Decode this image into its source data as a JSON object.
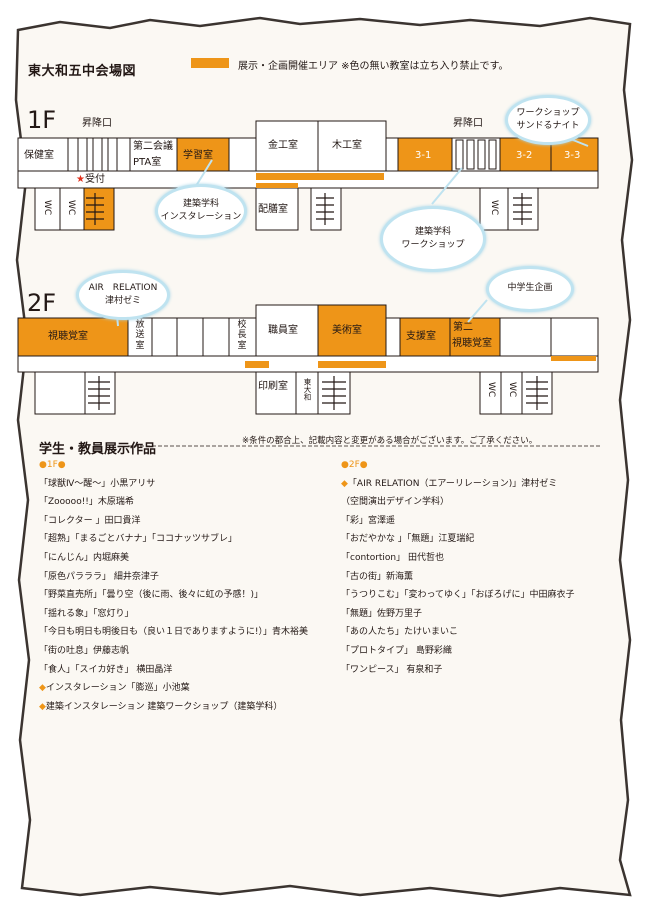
{
  "title": "東大和五中会場図",
  "legend": {
    "text": "展示・企画開催エリア ※色の無い教室は立ち入り禁止です。",
    "color": "#ee9518"
  },
  "floor1": {
    "label": "1F",
    "rooms": {
      "hokenshitsu": "保健室",
      "daini_kaigi": "第二会議",
      "pta": "PTA室",
      "gakushu": "学習室",
      "kinko": "金工室",
      "mokko": "木工室",
      "r31": "3-1",
      "r32": "3-2",
      "r33": "3-3",
      "haizen": "配膳室"
    },
    "stairs_left": "昇降口",
    "stairs_right": "昇降口",
    "reception": "受付",
    "wc": "WC",
    "bubbles": {
      "workshop_top": [
        "ワークショップ",
        "サンドるナイト"
      ],
      "installation": [
        "建築学科",
        "インスタレーション"
      ],
      "workshop": [
        "建築学科",
        "ワークショップ"
      ]
    }
  },
  "floor2": {
    "label": "2F",
    "rooms": {
      "shichokaku": "視聴覚室",
      "hoso": "放送室",
      "kocho": "校長室",
      "shokuin": "職員室",
      "bijutsu": "美術室",
      "shien": "支援室",
      "daini_shichokaku_1": "第二",
      "daini_shichokaku_2": "視聴覚室",
      "insatsu": "印刷室",
      "higashi_wc": "東大和"
    },
    "wc": "WC",
    "bubbles": {
      "air": [
        "AIR　RELATION",
        "津村ゼミ"
      ],
      "chugakusei": [
        "中学生企画"
      ]
    }
  },
  "works": {
    "section_title": "学生・教員展示作品",
    "note": "※条件の都合上、記載内容と変更がある場合がございます。ご了承ください。",
    "f1_header": "●1F●",
    "f1_items": [
      "「球獣Ⅳ～醒～」小黒アリサ",
      "「Zooooo!!」木原瑞希",
      "「コレクター 」田口貴洋",
      "「超熟」「まるごとバナナ」「ココナッツサブレ」",
      "「にんじん」内堀麻美",
      "「原色パラララ」 細井奈津子",
      "「野菜直売所」「曇り空（後に雨、後々に虹の予感！)」",
      "「揺れる象」「窓灯り」",
      "「今日も明日も明後日も（良い１日でありますように!）」青木裕美",
      "「街の吐息」伊藤志帆",
      "「食人」「スイカ好き」 横田晶洋"
    ],
    "f1_specials": [
      "◆インスタレーション「膨巡」小池葉",
      "◆建築インスタレーション 建築ワークショップ（建築学科）"
    ],
    "f2_header": "●2F●",
    "f2_special": "◆「AIR RELATION（エアーリレーション)」津村ゼミ",
    "f2_items": [
      "（空間演出デザイン学科）",
      "「彩」宮澤遥",
      "「おだやかな 」「無題」江夏瑞紀",
      "「contortion」 田代哲也",
      "「古の街」新海薫",
      "「うつりこむ」「変わってゆく」「おぼろげに」中田麻衣子",
      "「無題」佐野万里子",
      "「あの人たち」たけいまいこ",
      "「プロトタイプ」 島野彩織",
      "「ワンピース」 有泉和子"
    ]
  }
}
